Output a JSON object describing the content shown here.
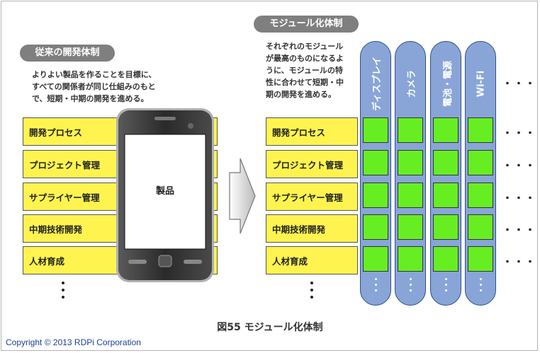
{
  "left": {
    "title": "従来の開発体制",
    "description": "よりよい製品を作ることを目標に、\nすべての関係者が同じ仕組みのもと\nで、短期・中期の開発を進める。",
    "rows": [
      "開発プロセス",
      "プロジェクト管理",
      "サプライヤー管理",
      "中期技術開発",
      "人材育成"
    ],
    "product_label": "製品"
  },
  "right": {
    "title": "モジュール化体制",
    "description": "それぞれのモジュール\nが最高のものになるよ\nうに、モジュールの特\n性に合わせて短期・中\n期の開発を進める。",
    "rows": [
      "開発プロセス",
      "プロジェクト管理",
      "サプライヤー管理",
      "中期技術開発",
      "人材育成"
    ],
    "modules": [
      "ディスプレイ",
      "カメラ",
      "電池・電源",
      "Wi-Fi"
    ],
    "more_columns": "・・・",
    "more_rows": "・・・"
  },
  "caption": "図55 モジュール化体制",
  "copyright": "Copyright © 2013  RDPi Corporation",
  "colors": {
    "row_fill": "#fff44f",
    "module_fill": "#89a5d7",
    "cell_fill": "#66ee22",
    "pill": "#7f7f7f"
  }
}
